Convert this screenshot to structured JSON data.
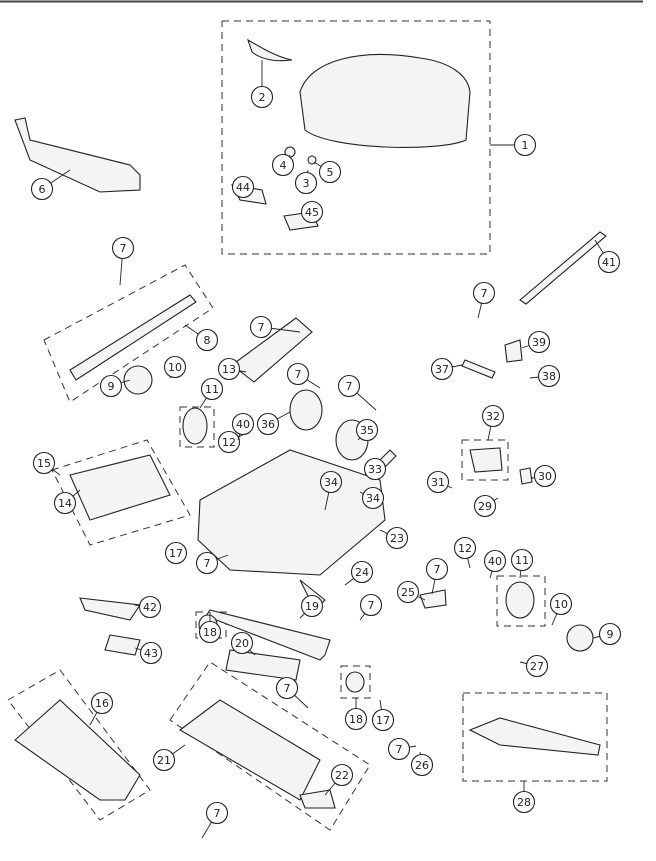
{
  "diagram": {
    "type": "exploded-parts-diagram",
    "callouts": [
      "1",
      "2",
      "3",
      "4",
      "5",
      "6",
      "7",
      "8",
      "9",
      "10",
      "11",
      "12",
      "13",
      "14",
      "15",
      "16",
      "17",
      "18",
      "19",
      "20",
      "21",
      "22",
      "23",
      "24",
      "25",
      "26",
      "27",
      "28",
      "29",
      "30",
      "31",
      "32",
      "33",
      "34",
      "34",
      "35",
      "36",
      "37",
      "38",
      "39",
      "40",
      "40",
      "41",
      "42",
      "43",
      "44",
      "45",
      "7",
      "7",
      "7",
      "7",
      "7",
      "7",
      "7",
      "7",
      "7",
      "7",
      "9",
      "10",
      "11",
      "12",
      "17",
      "18"
    ]
  }
}
